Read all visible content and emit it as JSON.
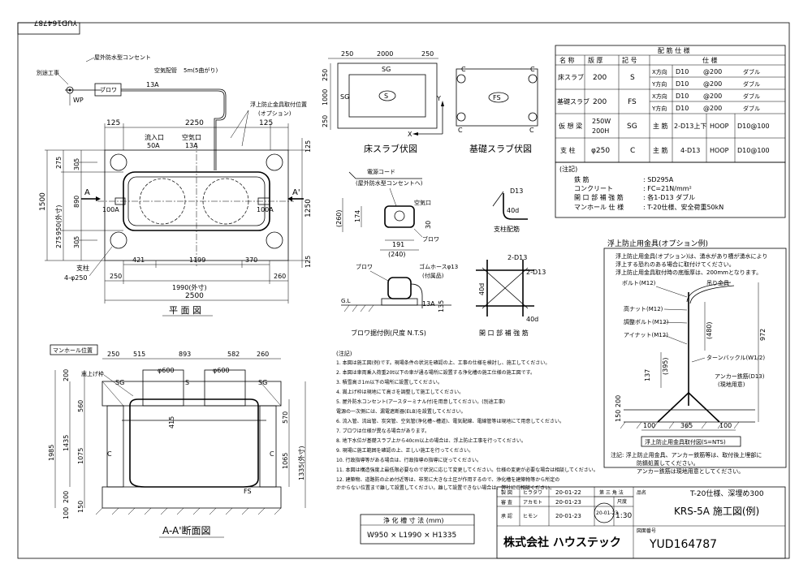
{
  "drawing_id_rotated": "YUD164787",
  "plan": {
    "callout_waterproof_outlet": "屋外防水型コンセント",
    "callout_separate_work": "別途工事",
    "label_wp": "WP",
    "blower": "ブロワ",
    "air_pipe": "空気配管",
    "air_pipe_len": "5m(5曲がり)",
    "pipe_13a": "13A",
    "float_fitting": "浮上防止金具取付位置",
    "option": "(オプション)",
    "dim_125a": "125",
    "dim_2250": "2250",
    "dim_125b": "125",
    "dim_125_r1": "125",
    "dim_125_r2": "125",
    "dim_275a": "275",
    "dim_305a": "305",
    "dim_890": "890",
    "dim_1500": "1500",
    "dim_950": "950(外寸)",
    "dim_1250": "1250",
    "dim_275b": "275",
    "dim_305b": "305",
    "inlet_label": "流入口",
    "inlet_size": "50A",
    "air_label": "空気口",
    "air_size": "13A",
    "in_100a": "100A",
    "out_100a": "100A",
    "sec_a": "A",
    "sec_a2": "A'",
    "dim_421": "421",
    "dim_1199": "1199",
    "dim_370": "370",
    "dim_250": "250",
    "dim_1990": "1990(外寸)",
    "dim_260": "260",
    "dim_2500": "2500",
    "column": "支柱",
    "column_spec": "4-φ250",
    "caption": "平 面 図"
  },
  "slabs": {
    "floor_caption": "床スラブ伏図",
    "base_caption": "基礎スラブ伏図",
    "sg": "SG",
    "s": "S",
    "fs": "FS",
    "c": "C",
    "x": "X",
    "y": "Y",
    "dim_250a": "250",
    "dim_2000": "2000",
    "dim_250b": "250",
    "dim_250c": "250",
    "dim_1000": "1000",
    "dim_250d": "250"
  },
  "spec_table": {
    "title": "配 筋 仕 様",
    "headers": [
      "名 称",
      "版 厚",
      "記 号",
      "仕 様"
    ],
    "rows": [
      [
        "床スラブ",
        "200",
        "S",
        "X方向",
        "D10",
        "@200",
        "ダブル"
      ],
      [
        "",
        "",
        "",
        "Y方向",
        "D10",
        "@200",
        "ダブル"
      ],
      [
        "基礎スラブ",
        "200",
        "FS",
        "X方向",
        "D10",
        "@200",
        "ダブル"
      ],
      [
        "",
        "",
        "",
        "Y方向",
        "D10",
        "@200",
        "ダブル"
      ]
    ],
    "beam": {
      "name": "仮 想 梁",
      "size1": "250W",
      "size2": "200H",
      "sym": "SG",
      "main": "主 筋",
      "bar": "2-D13上下",
      "hoop": "HOOP",
      "hoop_spec": "D10@100"
    },
    "col": {
      "name": "支 柱",
      "size": "φ250",
      "sym": "C",
      "main": "主 筋",
      "bar": "4-D13",
      "hoop": "HOOP",
      "hoop_spec": "D10@100"
    }
  },
  "notes_spec": {
    "head": "(注記)",
    "l1a": "鉄 筋",
    "l1b": ": SD295A",
    "l2a": "コンクリート",
    "l2b": ": FC=21N/mm²",
    "l3a": "開 口 部 補 強 筋",
    "l3b": ": 各1-D13 ダブル",
    "l4a": "マンホール 仕 様",
    "l4b": ": T-20仕様、安全荷重50kN"
  },
  "blower_detail": {
    "cord": "電源コード",
    "cord2": "(屋外防水型コンセントへ)",
    "air": "空気口",
    "blower": "ブロワ",
    "d260": "(260)",
    "d174": "174",
    "d30": "30",
    "d191": "191",
    "d240": "(240)",
    "caption": "ブロワ据付例(尺度 N.T.S)",
    "blower2": "ブロワ",
    "hose": "ゴムホースφ13",
    "hose2": "(付属品)",
    "a13": "13A",
    "gl": "G.L",
    "d135": "135"
  },
  "rebar_detail": {
    "d13": "D13",
    "d40": "40d",
    "col_caption": "支柱配筋",
    "d2_1": "2-D13",
    "d2_2": "2-D13",
    "d40a": "40d",
    "d40b": "40d",
    "open_caption": "開 口 部 補 強 筋"
  },
  "float_fitting": {
    "title": "浮上防止用金具(オプション例)",
    "n1": "浮上防止用金具(オプション)は、湧水があり槽が湧水により",
    "n2": "浮上する恐れのある場合に取付けてください。",
    "n3": "浮上防止用金具取付時の底版厚は、200mmとなります。",
    "bolt": "ボルト(M12)",
    "hang": "吊り金具",
    "nut_h": "高ナット(M12)",
    "adj": "調整ボルト(M12)",
    "eye": "アイナット(M12)",
    "turn": "ターンバックル(W1/2)",
    "anchor": "アンカー鉄筋(D13)",
    "anchor2": "(現地用意)",
    "d480": "(480)",
    "d972": "972",
    "d395": "(395)",
    "d137": "137",
    "d200": "200",
    "d150": "150",
    "d100a": "100",
    "d365": "365",
    "d100b": "100",
    "caption": "浮上防止用金具取付図(S=NTS)",
    "note1": "注記: 浮上防止用金具、アンカー鉄筋等は、取付後上埋部に",
    "note2": "防錆処置してください。",
    "note3": "アンカー鉄筋は現地用意としてください。"
  },
  "section": {
    "manhole": "マンホール位置",
    "d250": "250",
    "d515": "515",
    "d893": "893",
    "d582": "582",
    "d260": "260",
    "phi600a": "φ600",
    "phi600b": "φ600",
    "raise": "嵩上げ枠",
    "sg_l": "SG",
    "s": "S",
    "sg_r": "SG",
    "d200": "200",
    "d560": "560",
    "d415": "415",
    "d570": "570",
    "d1985": "1985",
    "d1435": "1435",
    "d1075": "1075",
    "d1065": "1065",
    "d1335": "1335(外寸)",
    "c_l": "C",
    "c_r": "C",
    "fs": "FS",
    "d200b": "200",
    "d150": "150",
    "d100": "100",
    "caption": "A-A'断面図"
  },
  "general_notes": {
    "head": "(注記)",
    "lines": [
      "1. 本図は施工図(例)です。現場条件の状況を確認の上、工事の仕様を検討し、施工してください。",
      "2. 本図は車両乗入荷重20t以下の車が通る場所に設置する浄化槽の施工仕様の施工図です。",
      "3. 積雪高さ1m以下の場所に設置してください。",
      "4. 嵩上げ枠は現地にて高さを調整して施工してください。",
      "5. 屋外防水コンセント(アースターミナル付)を用意してください。(別途工事)",
      "   電源の一次側には、漏電遮断器(ELB)を設置してください。",
      "6. 流入管、流出管、炭突管、空気管(浄化槽~槽道)、電気配線、電線管等は現地にて用意してください。",
      "7. ブロワは仕様が異なる場合があります。",
      "8. 地下水位が基礎スラブ上から40cm以上の場合は、浮上防止工事を行ってください。",
      "9. 現場に施工範囲を確認の上、正しい施工を行ってください。",
      "10. 行政指導等がある場合は、行政指導の指導に従ってください。",
      "11. 本図は構造強度上最低限必要なので状況に応じて変更してください。仕様の変更が必要な場合は相談してください。",
      "12. 建築物、道路防の止め付近等は、非常に大きな土圧が作用するので、浄化槽を建築物等から所定の",
      "    かからない位置まで離して設置してください。離して設置できない場合は、弊社にご相談ください。"
    ]
  },
  "capacity": {
    "title": "浄 化 槽 寸 法 (mm)",
    "value": "W950 × L1990 × H1335"
  },
  "title_block": {
    "row1": [
      "製 図",
      "ヒラタワ",
      "20-01-22"
    ],
    "row2": [
      "審 査",
      "アカモト",
      "20-01-23"
    ],
    "row3": [
      "承 認",
      "ヒモン",
      "20-01-23"
    ],
    "angle": "第 三 角 法",
    "date_stamp": "20-01-23",
    "scale_label": "尺度",
    "scale": "1:30",
    "name_label": "品名",
    "name_top": "T-20仕様、深埋め300",
    "name_main": "KRS-5A 施工図(例)",
    "company": "株式会社 ハウステック",
    "drawing_no_label": "図面番号",
    "drawing_no": "YUD164787"
  }
}
